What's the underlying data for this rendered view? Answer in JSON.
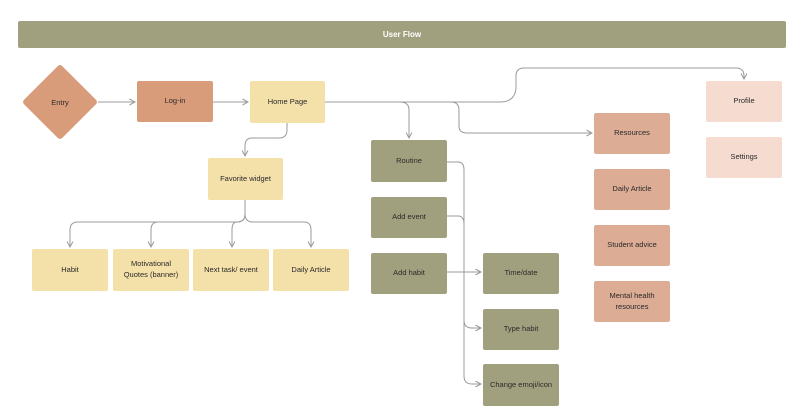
{
  "header": {
    "title": "User Flow"
  },
  "nodes": {
    "entry": "Entry",
    "login": "Log-in",
    "home": "Home Page",
    "favorite_widget": "Favorite widget",
    "habit": "Habit",
    "motivational_quotes": "Motivational\nQuotes (banner)",
    "next_task": "Next task/ event",
    "daily_article_widget": "Daily Article",
    "routine": "Routine",
    "add_event": "Add event",
    "add_habit": "Add habit",
    "time_date": "Time/date",
    "type_habit": "Type habit",
    "change_emoji": "Change emoji/icon",
    "resources": "Resources",
    "daily_article": "Daily Article",
    "student_advice": "Student advice",
    "mental_health": "Mental health\nresources",
    "profile": "Profile",
    "settings": "Settings"
  },
  "colors": {
    "olive": "#a1a07e",
    "tan": "#f4e0a9",
    "terracotta": "#d99c7a",
    "rose": "#dcac95",
    "pink": "#f6dcd0",
    "connector": "#9b9b9b"
  }
}
